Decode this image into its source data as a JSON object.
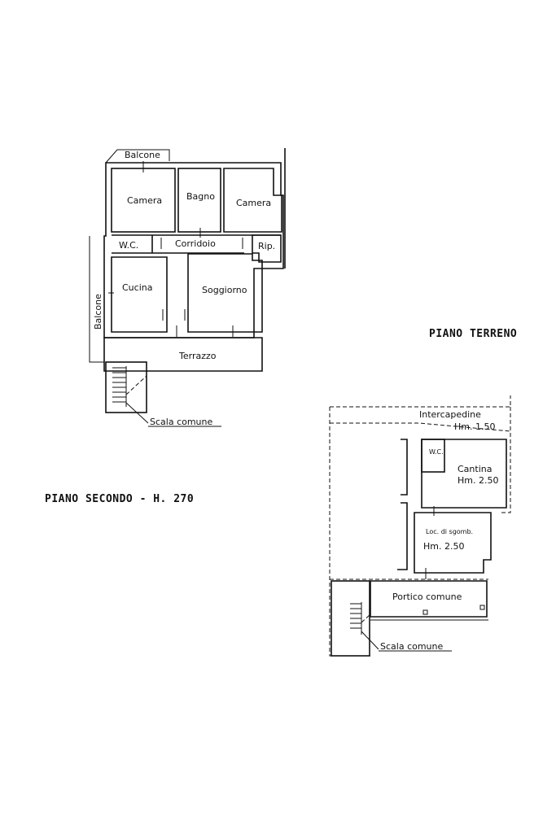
{
  "titles": {
    "second_floor": "PIANO SECONDO - H. 270",
    "ground_floor": "PIANO TERRENO"
  },
  "second_floor": {
    "balcone_top": "Balcone",
    "camera_left": "Camera",
    "bagno": "Bagno",
    "camera_right": "Camera",
    "wc": "W.C.",
    "corridoio": "Corridoio",
    "rip": "Rip.",
    "cucina": "Cucina",
    "soggiorno": "Soggiorno",
    "balcone_side": "Balcone",
    "terrazzo": "Terrazzo",
    "scala": "Scala comune"
  },
  "ground_floor": {
    "intercapedine": "Intercapedine",
    "intercapedine_h": "Hm. 1.50",
    "wc": "W.C.",
    "cantina": "Cantina",
    "cantina_h": "Hm. 2.50",
    "sgombero": "Loc. di sgomb.",
    "sgombero_h": "Hm. 2.50",
    "portico": "Portico comune",
    "scala": "Scala comune"
  }
}
